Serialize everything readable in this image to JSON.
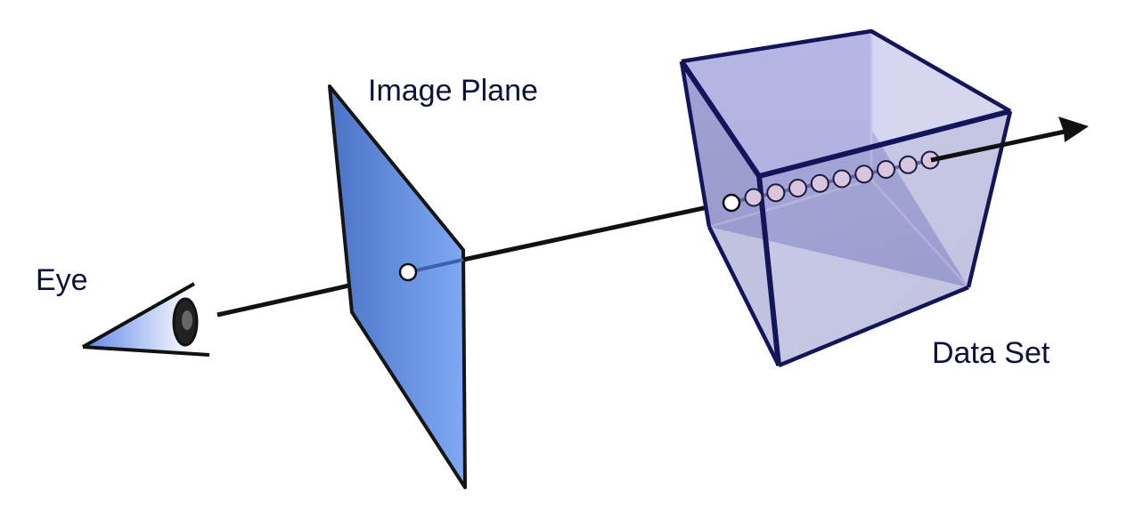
{
  "labels": {
    "eye": "Eye",
    "image_plane": "Image Plane",
    "data_set": "Data Set"
  },
  "sample_count": 9,
  "colors": {
    "text": "#0d1038",
    "ray": "#111111",
    "image_plane_fill_light": "#7fa8f2",
    "image_plane_fill_dark": "#4a74c8",
    "cube_face": "#9a9bd0",
    "cube_edge": "#14145a",
    "sample_fill": "#d9c6de",
    "pixel_fill": "#ffffff"
  },
  "icons": {
    "eye": "eye-icon",
    "arrowhead": "arrow-right-icon"
  }
}
